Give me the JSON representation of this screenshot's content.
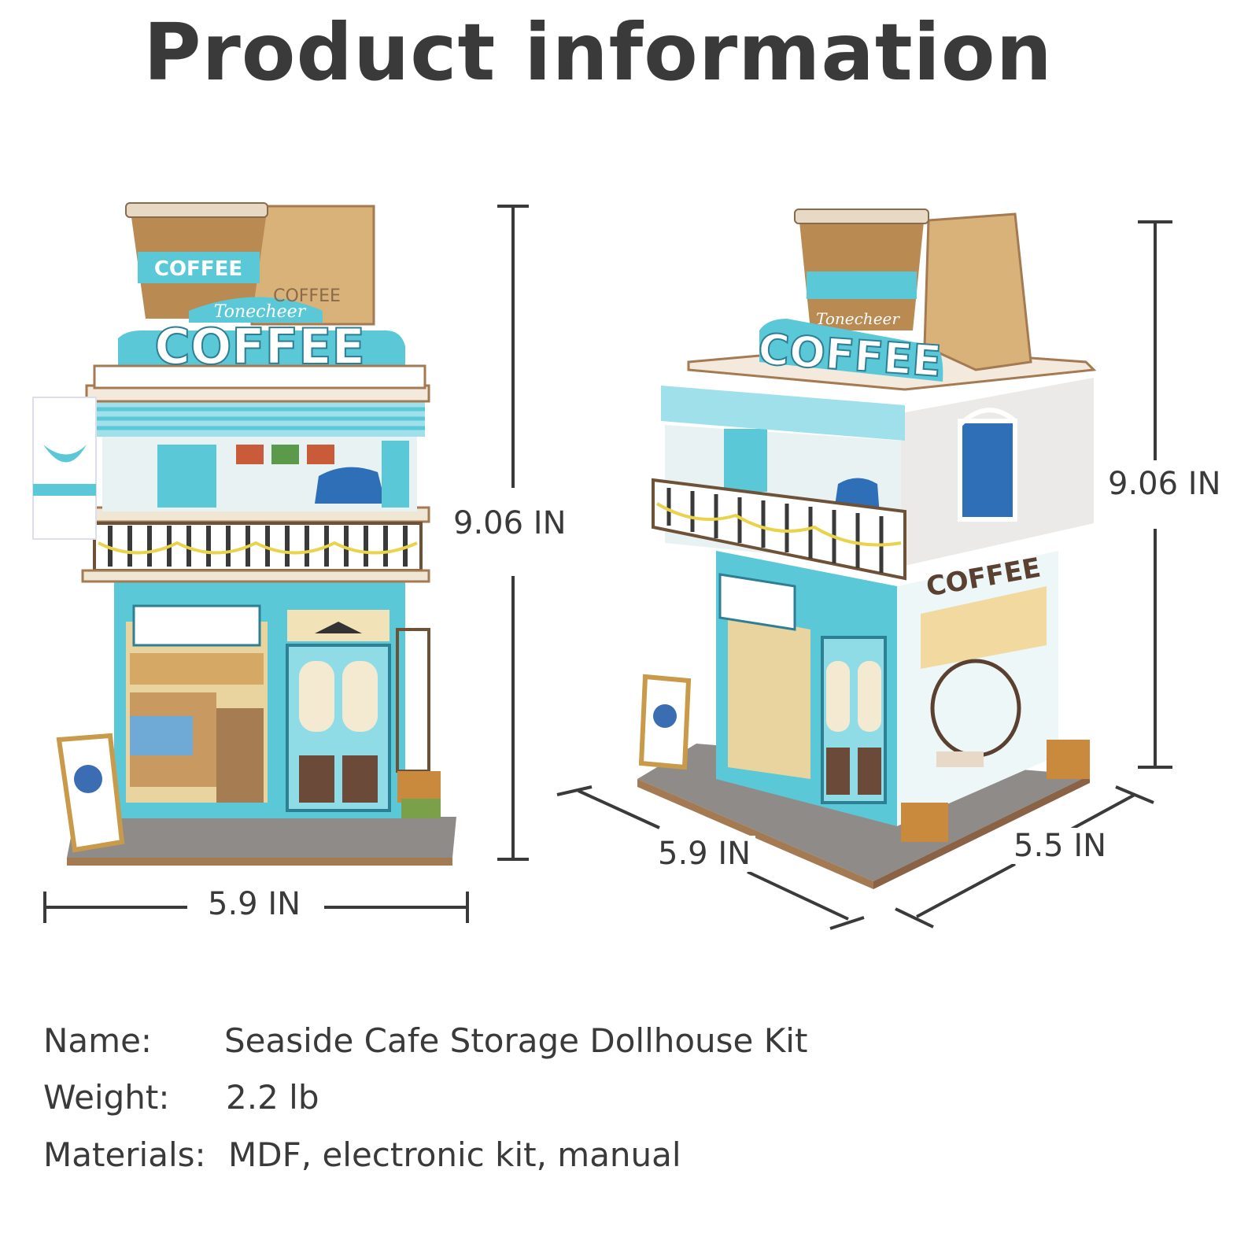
{
  "title": "Product information",
  "front_view": {
    "height_label": "9.06 IN",
    "width_label": "5.9 IN",
    "sign_text": "COFFEE",
    "brand_text": "Tonecheer",
    "cup_text": "COFFEE",
    "box_text": "COFFEE"
  },
  "angled_view": {
    "height_label": "9.06 IN",
    "width_label": "5.9 IN",
    "depth_label": "5.5 IN",
    "sign_text": "COFFEE",
    "brand_text": "Tonecheer",
    "wall_sign_text": "COFFEE"
  },
  "specs": [
    {
      "label": "Name:",
      "value": "Seaside Cafe Storage Dollhouse Kit"
    },
    {
      "label": "Weight:",
      "value": "2.2 lb"
    },
    {
      "label": "Materials:",
      "value": "MDF, electronic kit, manual"
    }
  ],
  "colors": {
    "turquoise": "#5bc8d8",
    "wood": "#d9b27a",
    "brick": "#8c8a88",
    "text": "#3a3a3a"
  }
}
